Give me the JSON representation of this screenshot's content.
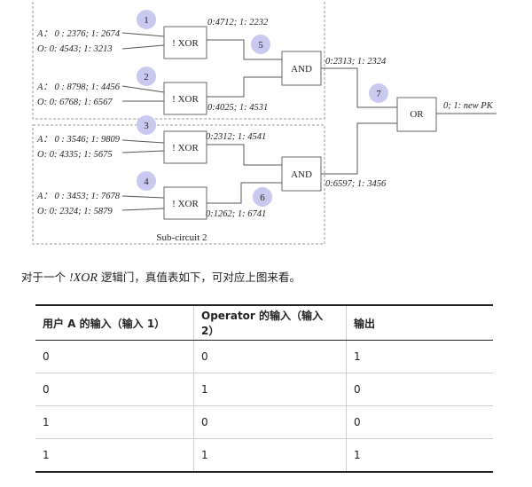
{
  "diagram": {
    "colors": {
      "badge": "#c9c9f0",
      "line": "#555555",
      "border": "#999999"
    },
    "sub1": {
      "badge1": "1",
      "A1": "A： 0 : 2376; 1: 2674",
      "O1": "O: 0: 4543; 1: 3213",
      "xor1": "! XOR",
      "out1": "0:4712; 1: 2232",
      "badge5": "5",
      "badge2": "2",
      "A2": "A： 0 : 8798; 1: 4456",
      "O2": "O: 0: 6768; 1: 6567",
      "xor2": "! XOR",
      "out2": "0:4025; 1: 4531",
      "and1": "AND",
      "and1_out": "0:2313; 1: 2324"
    },
    "sub2": {
      "badge3": "3",
      "A3": "A： 0 : 3546; 1: 9809",
      "O3": "O: 0: 4335; 1: 5675",
      "xor3": "! XOR",
      "out3": "0:2312; 1: 4541",
      "badge4": "4",
      "A4": "A： 0 : 3453; 1: 7678",
      "O4": "O: 0: 2324; 1: 5879",
      "xor4": "! XOR",
      "out4": "0:1262; 1: 6741",
      "badge6": "6",
      "and2": "AND",
      "and2_out": "0:6597; 1: 3456",
      "caption": "Sub-circuit 2"
    },
    "badge7": "7",
    "or": "OR",
    "or_out": "0; 1: new PK"
  },
  "paragraph": {
    "before": "对于一个",
    "math": "!XOR",
    "after": "逻辑门，真值表如下，可对应上图来看。"
  },
  "table": {
    "headers": [
      "用户 A 的输入（输入 1）",
      "Operator 的输入（输入 2）",
      "输出"
    ],
    "rows": [
      [
        "0",
        "0",
        "1"
      ],
      [
        "0",
        "1",
        "0"
      ],
      [
        "1",
        "0",
        "0"
      ],
      [
        "1",
        "1",
        "1"
      ]
    ]
  }
}
